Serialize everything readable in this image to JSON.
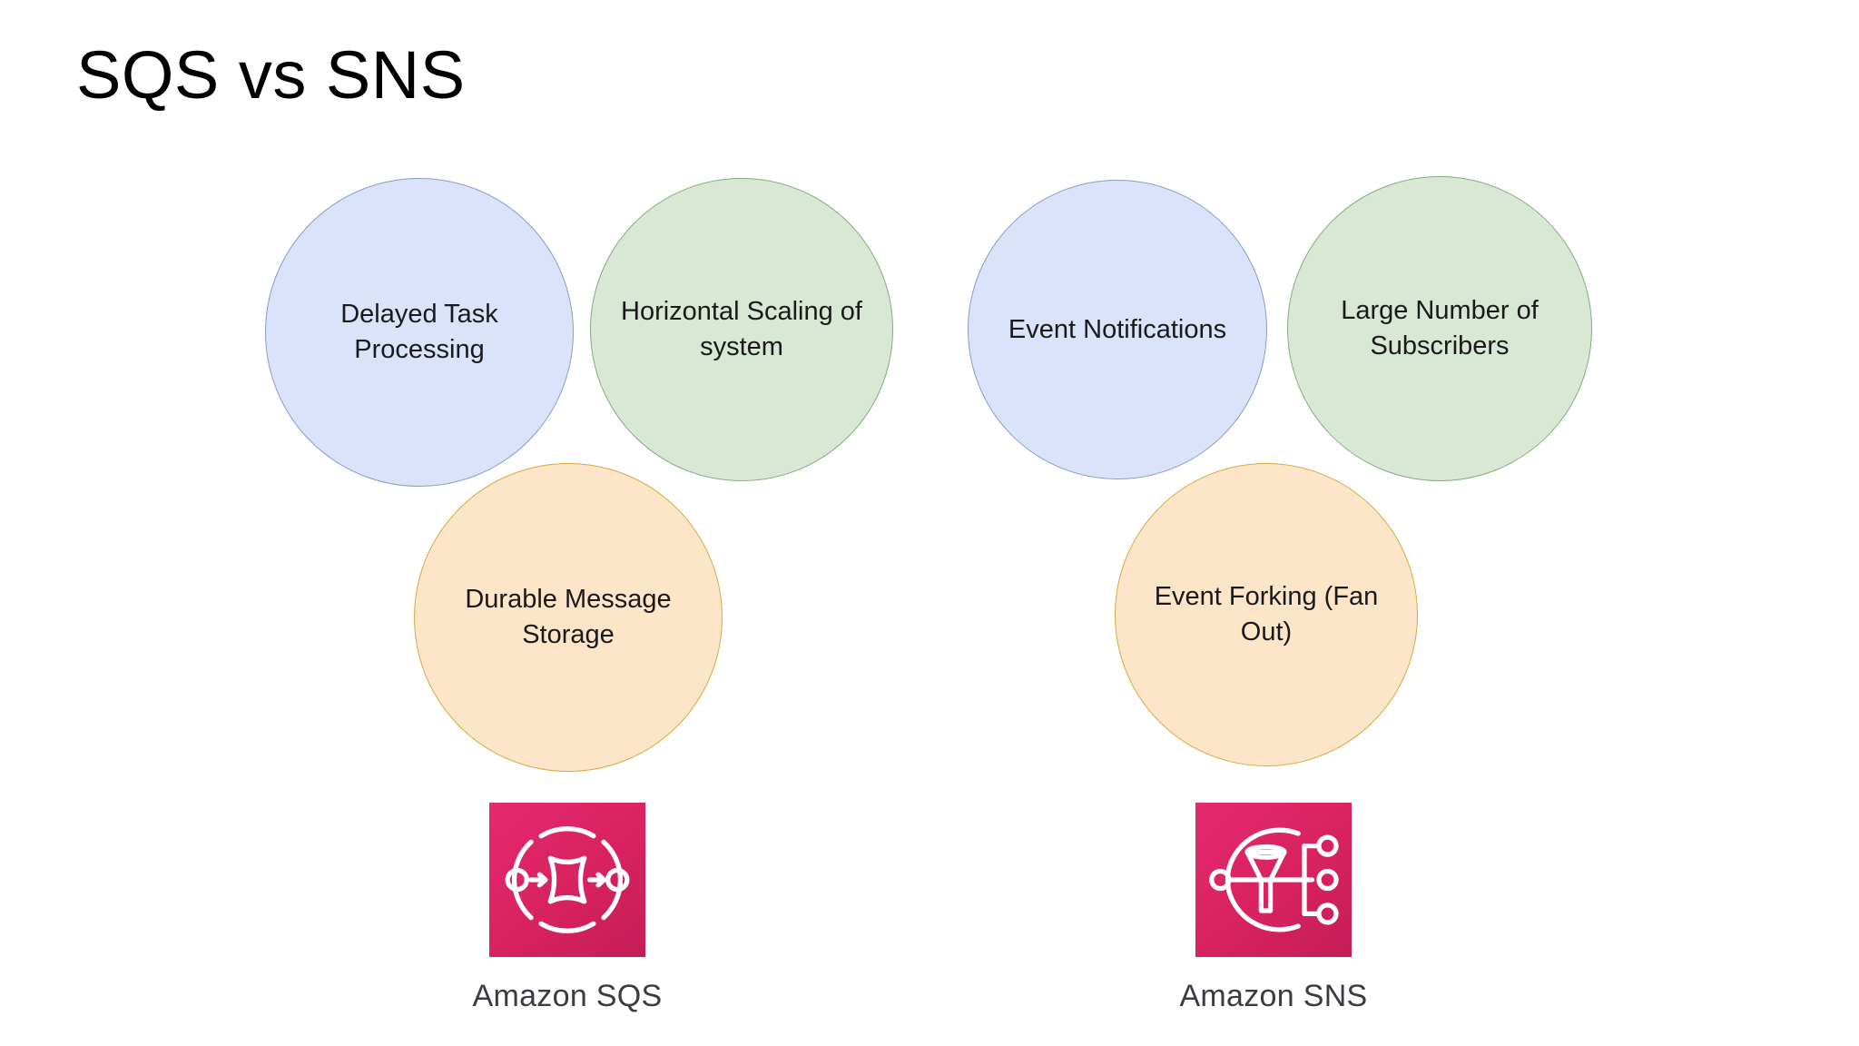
{
  "slide": {
    "title": "SQS vs SNS",
    "background_color": "#ffffff"
  },
  "palette": {
    "bubble_blue_fill": "#dae3fa",
    "bubble_blue_border": "#8c9bc4",
    "bubble_green_fill": "#d9e8d5",
    "bubble_green_border": "#87a982",
    "bubble_orange_fill": "#fce5c9",
    "bubble_orange_border": "#d6ab3f",
    "aws_pink": "#e0226b",
    "title_color": "#000000",
    "bubble_text_color": "#1a1a1a",
    "service_label_color": "#3b3b42"
  },
  "groups": [
    {
      "id": "sqs",
      "service_label": "Amazon SQS",
      "icon_name": "amazon-sqs-icon",
      "bubbles": [
        {
          "label": "Delayed Task Processing",
          "color": "blue"
        },
        {
          "label": "Horizontal Scaling of system",
          "color": "green"
        },
        {
          "label": "Durable Message Storage",
          "color": "orange"
        }
      ]
    },
    {
      "id": "sns",
      "service_label": "Amazon SNS",
      "icon_name": "amazon-sns-icon",
      "bubbles": [
        {
          "label": "Event Notifications",
          "color": "blue"
        },
        {
          "label": "Large Number of Subscribers",
          "color": "green"
        },
        {
          "label": "Event Forking (Fan Out)",
          "color": "orange"
        }
      ]
    }
  ]
}
